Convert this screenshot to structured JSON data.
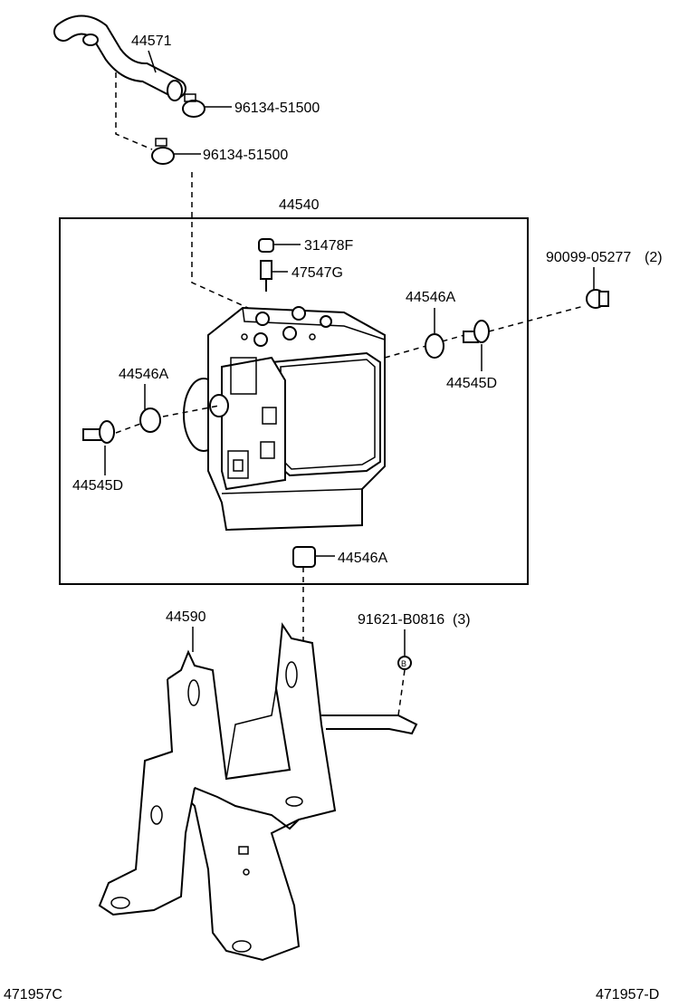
{
  "diagram": {
    "parts": {
      "hose": "44571",
      "clamp_upper": "96134-51500",
      "clamp_lower": "96134-51500",
      "actuator_assy": "44540",
      "cap": "31478F",
      "bleeder_plug": "47547G",
      "nut": "90099-05277",
      "nut_qty": "(2)",
      "cushion_right": "44546A",
      "stud_right": "44545D",
      "cushion_left": "44546A",
      "stud_left": "44545D",
      "cushion_bottom": "44546A",
      "bracket": "44590",
      "bolt": "91621-B0816",
      "bolt_qty": "(3)",
      "bolt_marker": "B"
    },
    "footer": {
      "left_code": "471957C",
      "right_code": "471957-D"
    }
  }
}
